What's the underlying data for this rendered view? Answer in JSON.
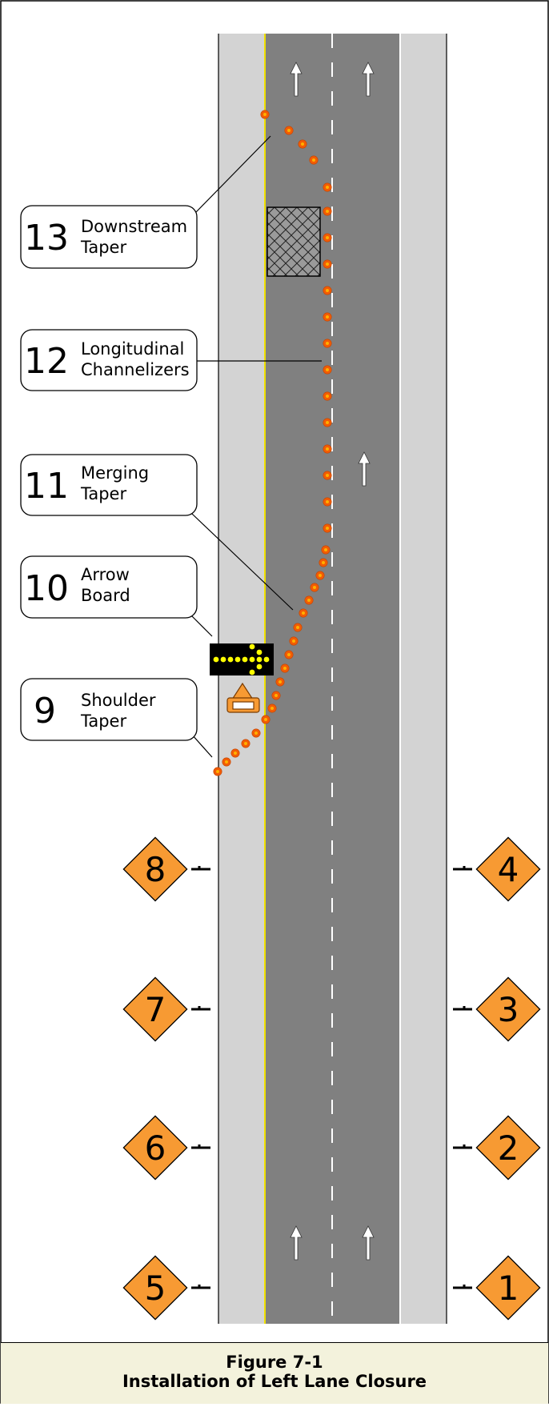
{
  "callouts": [
    {
      "number": "13",
      "line1": "Downstream",
      "line2": "Taper"
    },
    {
      "number": "12",
      "line1": "Longitudinal",
      "line2": "Channelizers"
    },
    {
      "number": "11",
      "line1": "Merging",
      "line2": "Taper"
    },
    {
      "number": "10",
      "line1": "Arrow",
      "line2": "Board"
    },
    {
      "number": "9",
      "line1": "Shoulder",
      "line2": "Taper"
    }
  ],
  "signs": {
    "left": [
      "8",
      "7",
      "6",
      "5"
    ],
    "right": [
      "4",
      "3",
      "2",
      "1"
    ]
  },
  "caption": {
    "line1": "Figure 7-1",
    "line2": "Installation of Left Lane Closure"
  },
  "colors": {
    "sign": "#f79a33",
    "cone": "#f25c05",
    "cone_center": "#ffb000",
    "lane": "#808080",
    "shoulder": "#d3d3d3",
    "edge_line": "#f0e000",
    "arrow_board_light": "#ffff00",
    "caption_bg": "#f3f2dc"
  }
}
